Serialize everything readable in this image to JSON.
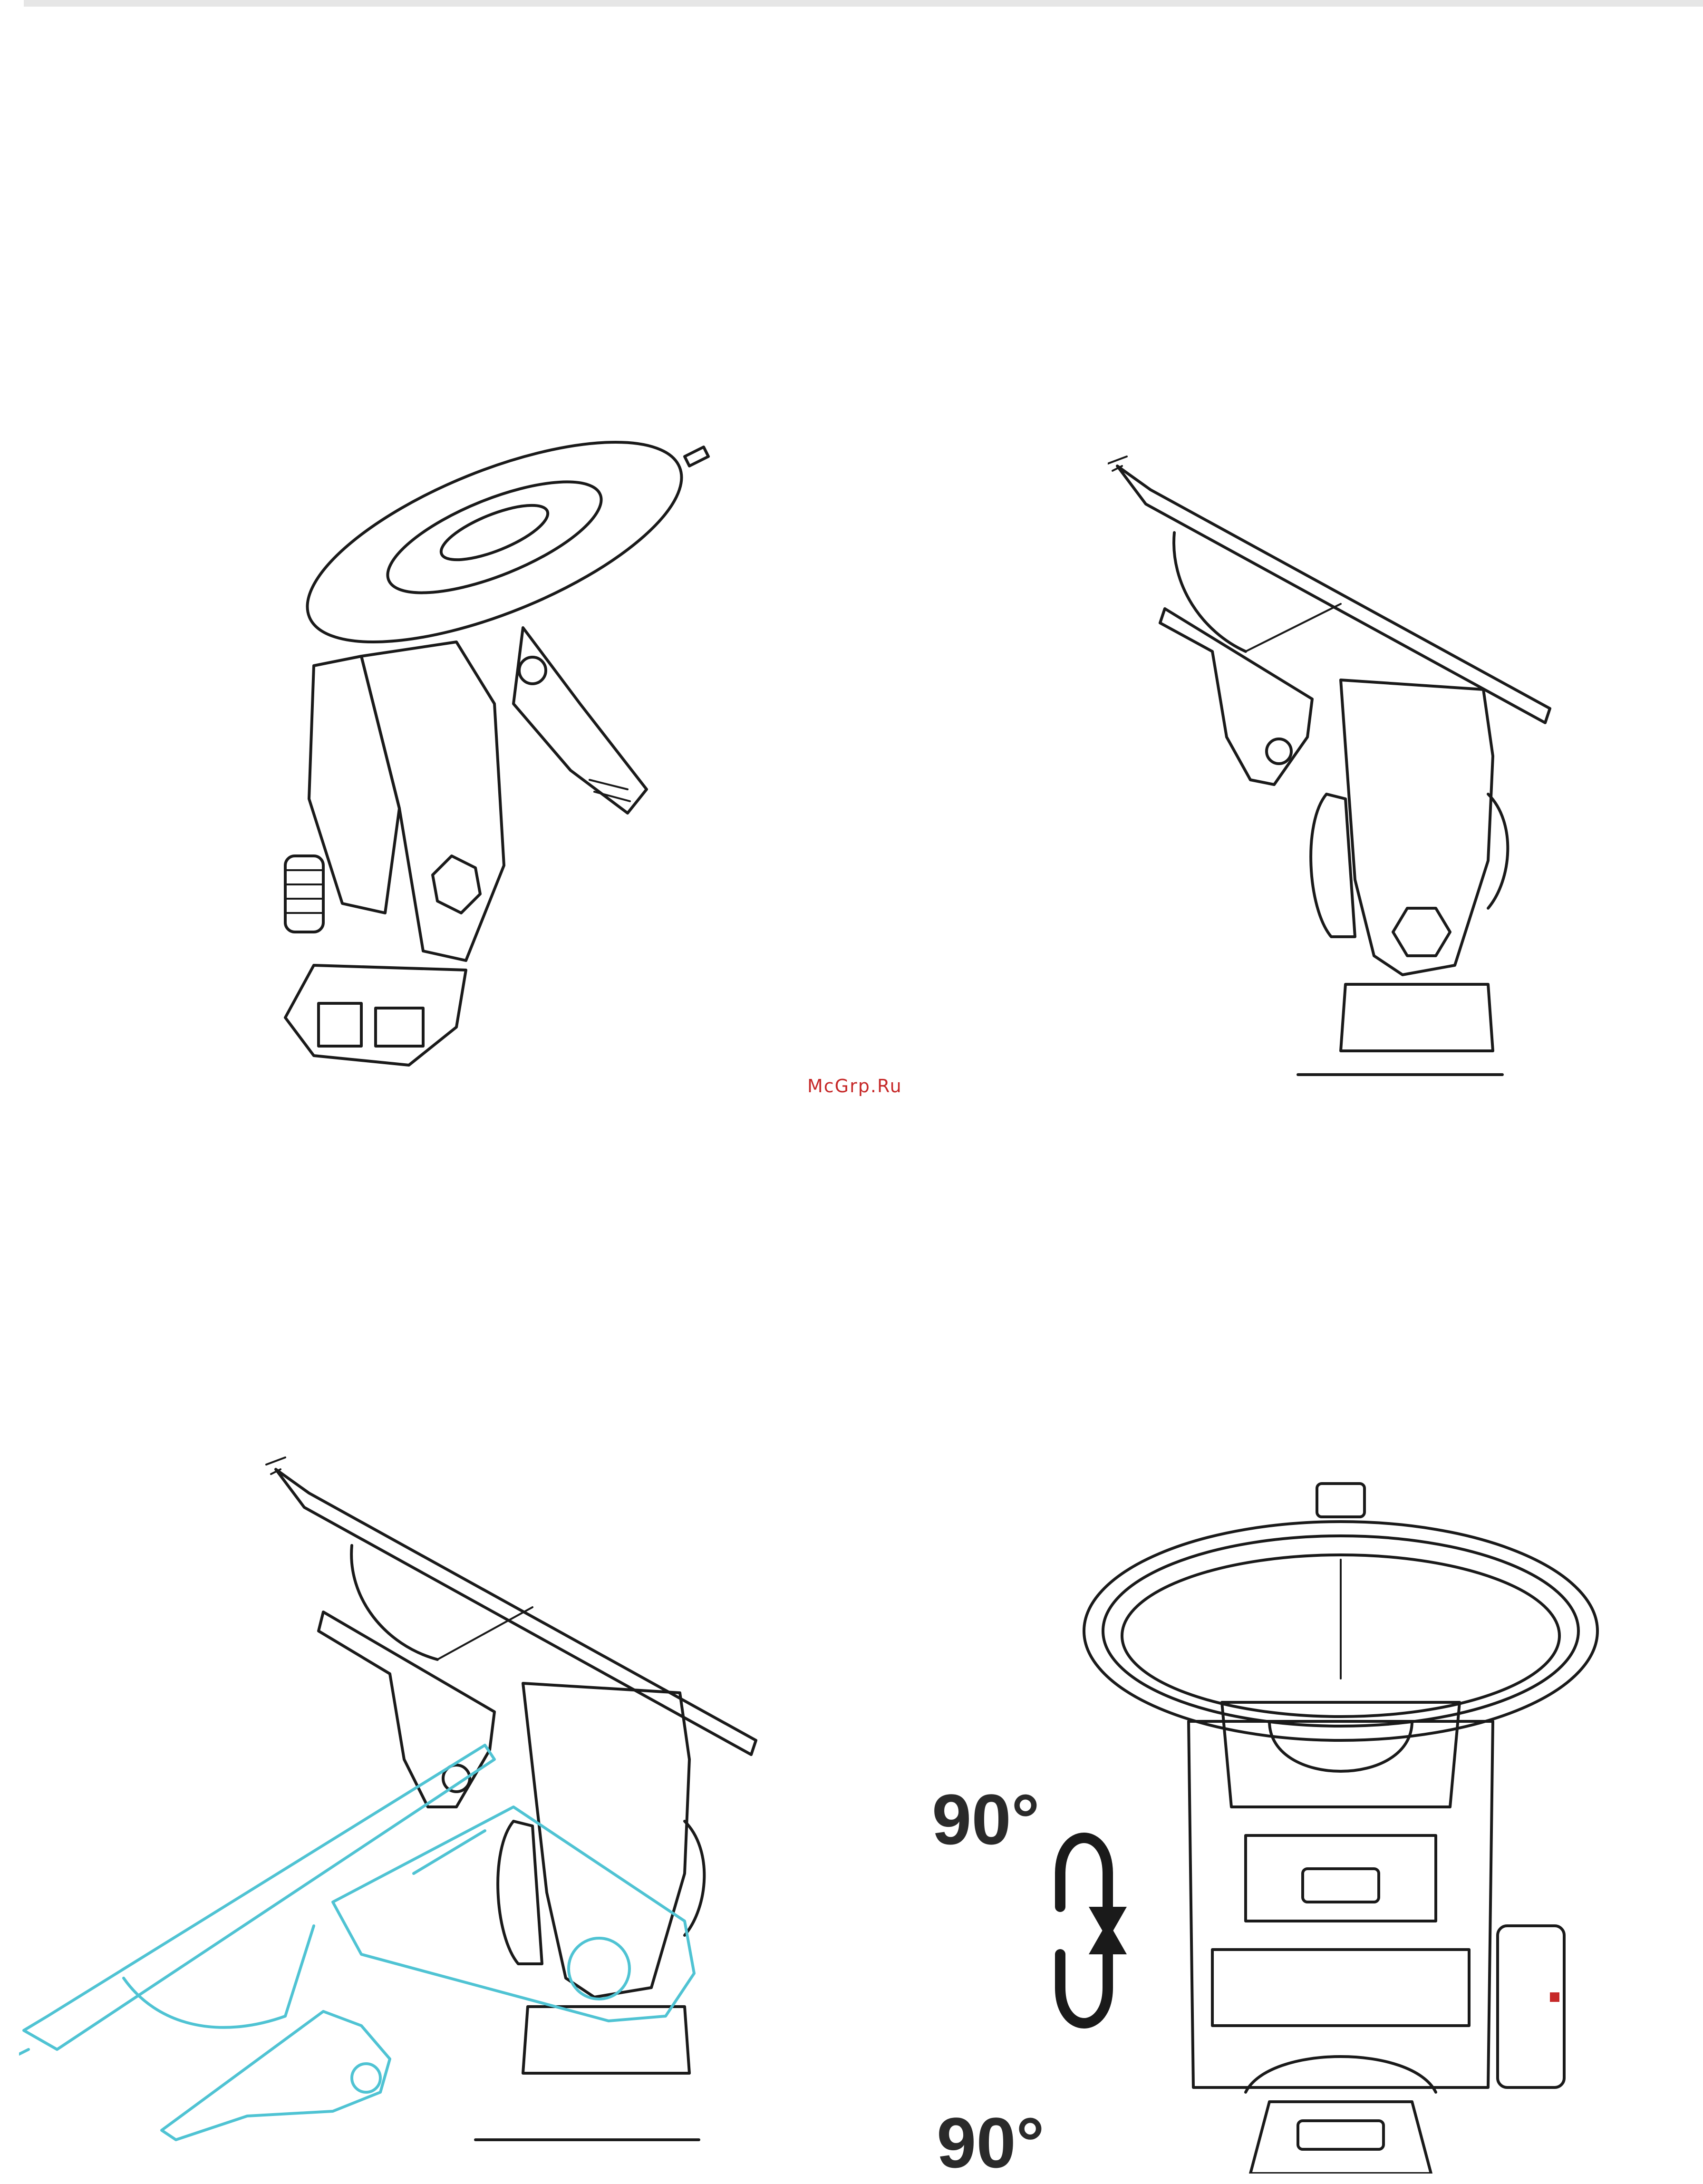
{
  "watermark": "McGrp.Ru",
  "rotation": {
    "label_top": "90°",
    "label_bottom": "90°"
  },
  "colors": {
    "line": "#1a1a1a",
    "highlight": "#4fc3d3",
    "watermark": "#c62828"
  }
}
